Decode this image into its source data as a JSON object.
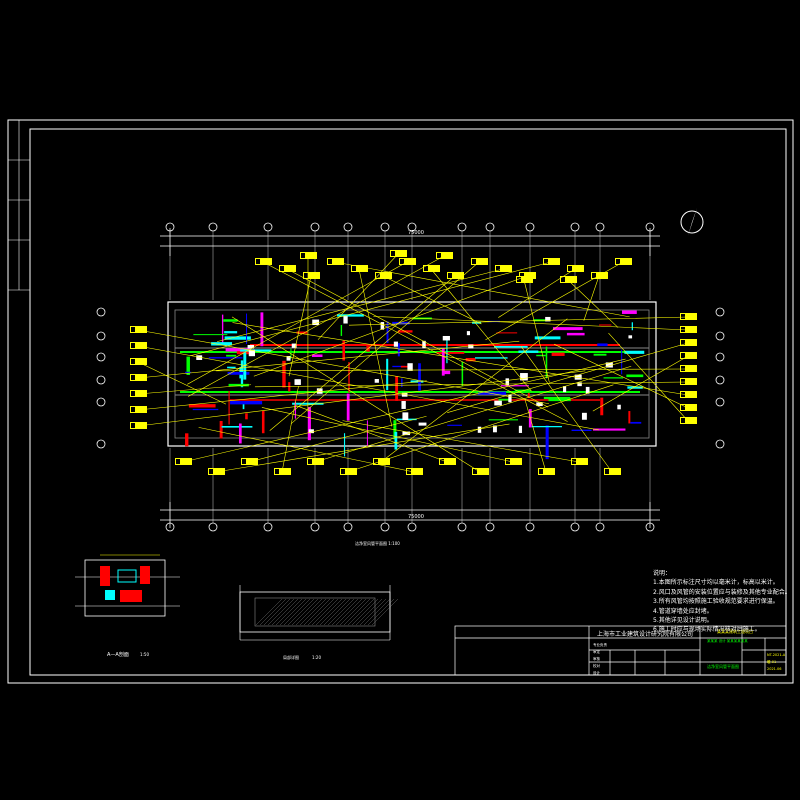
{
  "drawing": {
    "title_block": {
      "company": "上海市工业建筑设计研究院有限公司",
      "project_name_green": "某某某建筑工程项目",
      "project_sub_green": "某某某 设计 某某某某某某",
      "drawing_title_green": "洁净室风管平面图",
      "labels": [
        "专业负责",
        "审定",
        "审核",
        "校对",
        "设计"
      ],
      "sheet_no_values": [
        "NT-2021-A",
        "暖-01",
        "2021.06"
      ]
    },
    "notes": {
      "heading": "说明：",
      "items": [
        "1.本图所示标注尺寸均以毫米计，标高以米计。",
        "2.风口及风管的安装位置应与装修及其他专业配合。",
        "3.所有风管均按照施工验收规范要求进行保温。",
        "4.管道穿墙处应封堵。",
        "5.其他详见设计说明。",
        "6.施工时应与现场实际情况核对后施工。"
      ]
    },
    "section_label": "A—A剖面",
    "section_scale": "1:50",
    "detail_label": "局部详图",
    "detail_scale": "1:20",
    "plan_caption": "洁净室风管平面图  1:100",
    "top_dim": "75000",
    "bottom_dim": "75000"
  }
}
